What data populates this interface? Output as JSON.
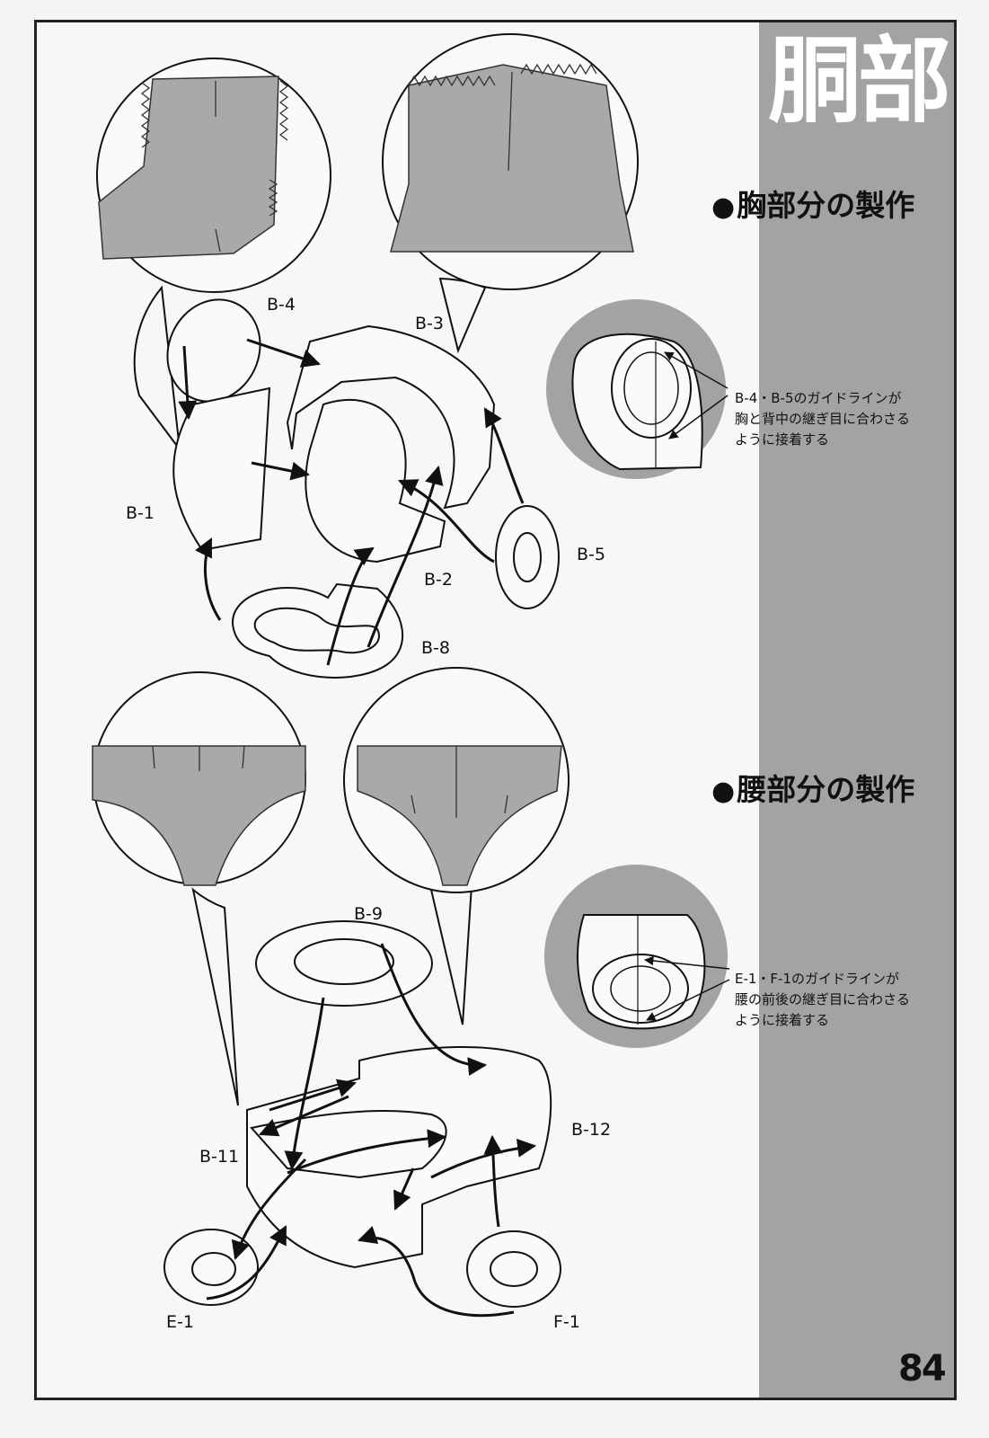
{
  "page": {
    "title": "胴部",
    "page_number": "84"
  },
  "sections": {
    "chest": {
      "heading": "胸部分の製作",
      "note_lines": [
        "B-4・B-5のガイドラインが",
        "胸と背中の継ぎ目に合わさる",
        "ように接着する"
      ]
    },
    "waist": {
      "heading": "腰部分の製作",
      "note_lines": [
        "E-1・F-1のガイドラインが",
        "腰の前後の継ぎ目に合わさる",
        "ように接着する"
      ]
    }
  },
  "part_labels": {
    "b1": "B-1",
    "b2": "B-2",
    "b3": "B-3",
    "b4": "B-4",
    "b5": "B-5",
    "b8": "B-8",
    "b9": "B-9",
    "b11": "B-11",
    "b12": "B-12",
    "e1": "E-1",
    "f1": "F-1"
  },
  "colors": {
    "band": "#a3a3a3",
    "piece_fill": "#a9a9a9",
    "line": "#111111"
  }
}
